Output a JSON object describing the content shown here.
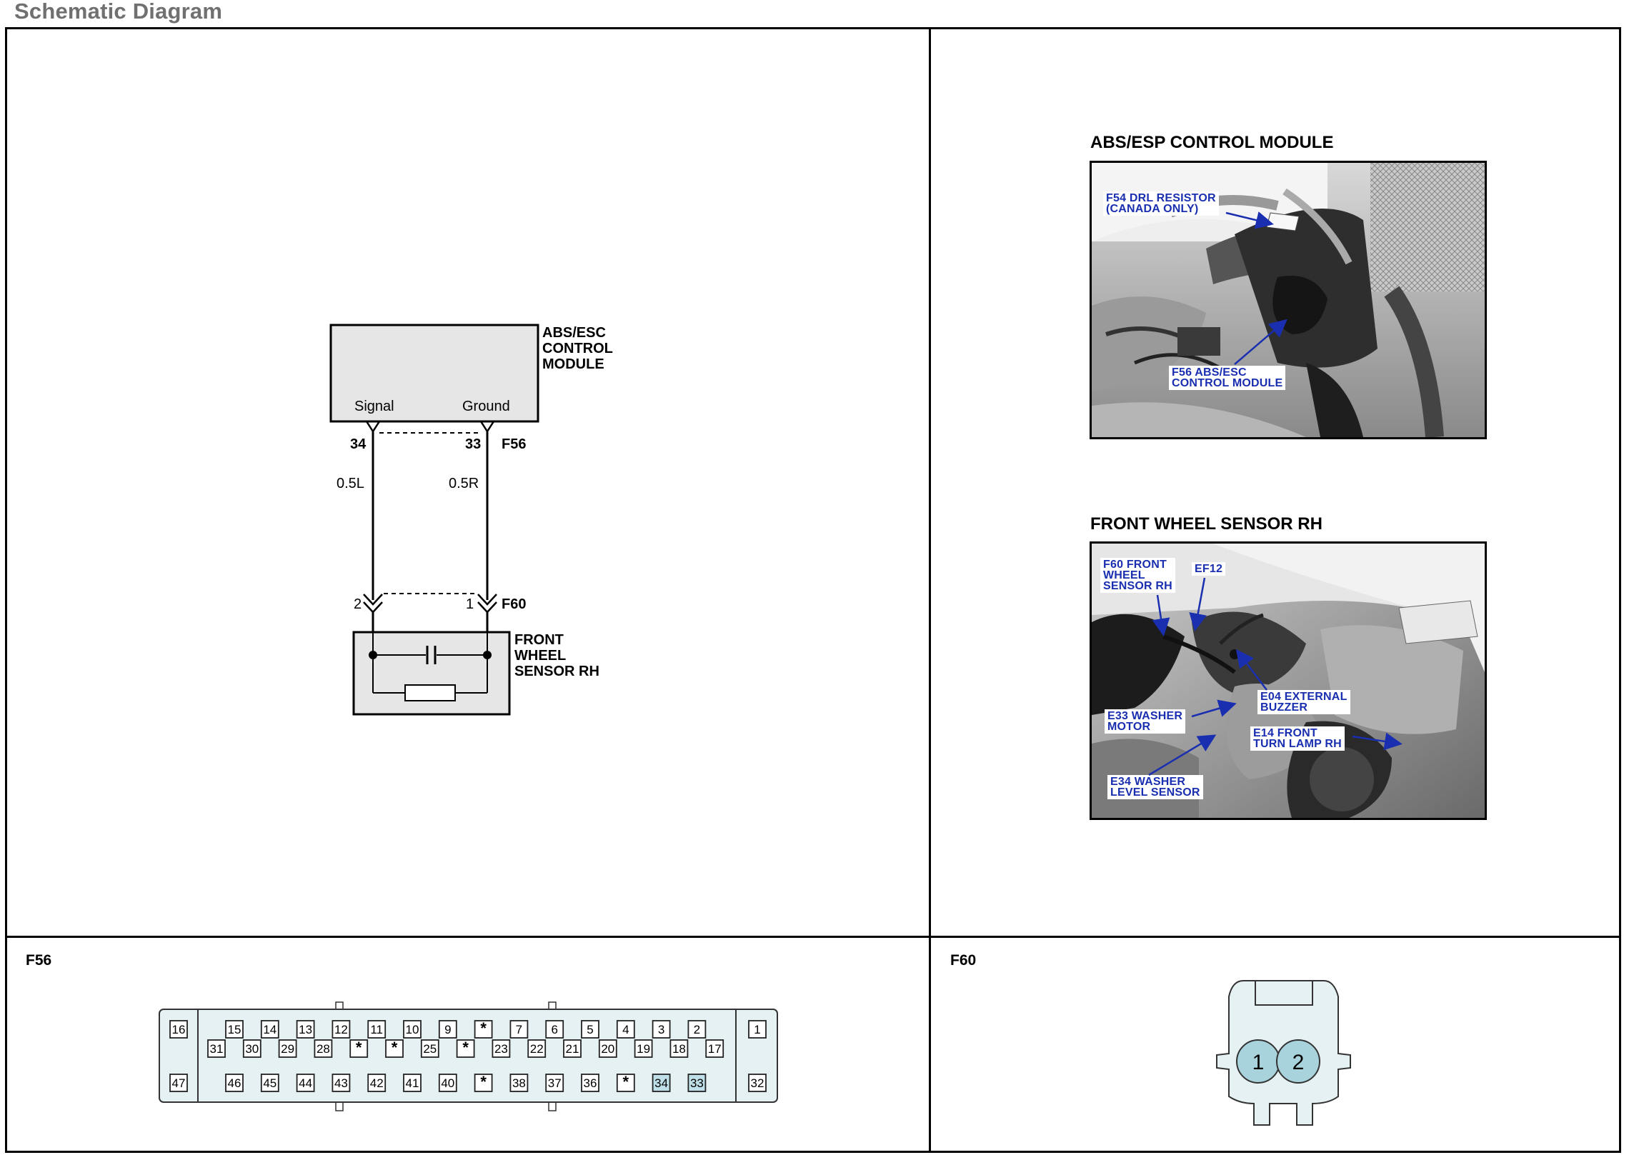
{
  "page": {
    "title": "Schematic Diagram"
  },
  "schematic": {
    "module_name": "ABS/ESC\nCONTROL\nMODULE",
    "module_line1": "ABS/ESC",
    "module_line2": "CONTROL",
    "module_line3": "MODULE",
    "pin_signal_label": "Signal",
    "pin_ground_label": "Ground",
    "pin_left": "34",
    "pin_right": "33",
    "connector_top": "F56",
    "wire_left": "0.5L",
    "wire_right": "0.5R",
    "pin_bottom_left": "2",
    "pin_bottom_right": "1",
    "connector_bottom": "F60",
    "sensor_line1": "FRONT",
    "sensor_line2": "WHEEL",
    "sensor_line3": "SENSOR RH"
  },
  "photos": [
    {
      "title": "ABS/ESP CONTROL MODULE",
      "callouts": [
        "F54 DRL RESISTOR\n(CANADA ONLY)",
        "F56 ABS/ESC\nCONTROL MODULE"
      ]
    },
    {
      "title": "FRONT WHEEL SENSOR RH",
      "callouts": [
        "F60 FRONT\nWHEEL\nSENSOR RH",
        "EF12",
        "E04 EXTERNAL\nBUZZER",
        "E33 WASHER\nMOTOR",
        "E14 FRONT\nTURN LAMP RH",
        "E34 WASHER\nLEVEL SENSOR"
      ]
    }
  ],
  "connectors": {
    "f56": {
      "label": "F56",
      "left_top": "16",
      "left_bottom": "47",
      "right_top": "1",
      "right_bottom": "32",
      "row_top": [
        "15",
        "14",
        "13",
        "12",
        "11",
        "10",
        "9",
        "*",
        "7",
        "6",
        "5",
        "4",
        "3",
        "2"
      ],
      "row_mid": [
        "31",
        "30",
        "29",
        "28",
        "*",
        "*",
        "25",
        "*",
        "23",
        "22",
        "21",
        "20",
        "19",
        "18",
        "17"
      ],
      "row_bottom": [
        "46",
        "45",
        "44",
        "43",
        "42",
        "41",
        "40",
        "*",
        "38",
        "37",
        "36",
        "*",
        "34",
        "33"
      ],
      "highlighted": [
        "34",
        "33"
      ]
    },
    "f60": {
      "label": "F60",
      "pins": [
        "1",
        "2"
      ]
    }
  },
  "colors": {
    "pin_highlight": "#bfe0e8",
    "connector_fill": "#e6f1f3",
    "callout_text": "#1a2fb0",
    "title_gray": "#707070"
  }
}
